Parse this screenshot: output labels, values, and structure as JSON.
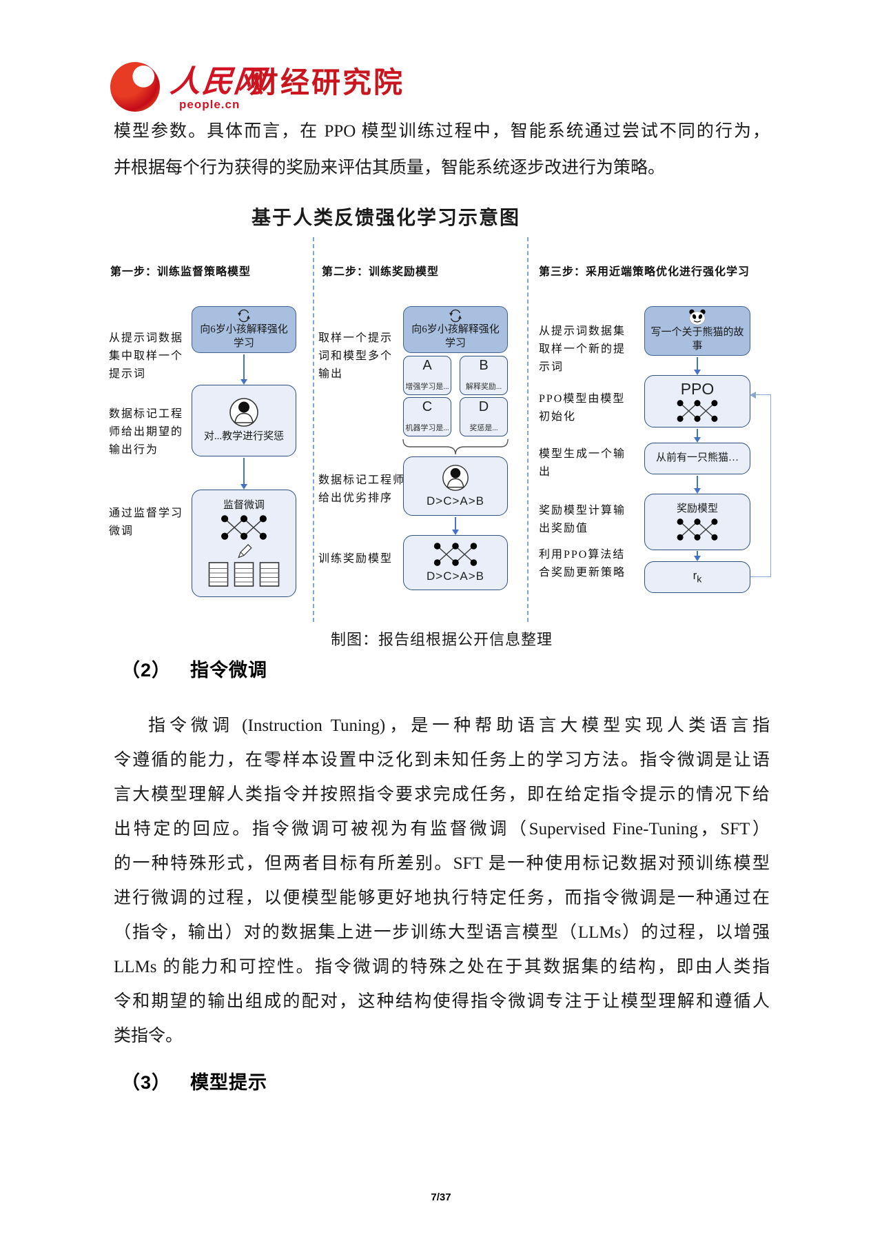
{
  "header": {
    "logo_cn": "人民网",
    "logo_domain": "people.cn",
    "logo_dept": "财经研究院"
  },
  "intro": {
    "lines": [
      "模型参数。具体而言，在 PPO 模型训练过程中，智能系统通过尝试不同的行为，",
      "并根据每个行为获得的奖励来评估其质量，智能系统逐步改进行为策略。"
    ]
  },
  "figure": {
    "title": "基于人类反馈强化学习示意图",
    "caption": "制图：报告组根据公开信息整理",
    "step1": {
      "header": "第一步：训练监督策略模型",
      "label1": "从提示词数据集中取样一个提示词",
      "label2": "数据标记工程师给出期望的输出行为",
      "label3": "通过监督学习微调",
      "box1": "向6岁小孩解释强化学习",
      "box2": "对...教学进行奖惩",
      "box3": "监督微调"
    },
    "step2": {
      "header": "第二步：训练奖励模型",
      "label1": "取样一个提示词和模型多个输出",
      "label2": "数据标记工程师给出优劣排序",
      "label3": "训练奖励模型",
      "box1": "向6岁小孩解释强化学习",
      "optionA": {
        "letter": "A",
        "text": "增强学习是..."
      },
      "optionB": {
        "letter": "B",
        "text": "解释奖励..."
      },
      "optionC": {
        "letter": "C",
        "text": "机器学习是..."
      },
      "optionD": {
        "letter": "D",
        "text": "奖惩是..."
      },
      "rank1": "D>C>A>B",
      "rank2": "D>C>A>B"
    },
    "step3": {
      "header": "第三步：采用近端策略优化进行强化学习",
      "label1": "从提示词数据集取样一个新的提示词",
      "label2": "PPO模型由模型初始化",
      "label3": "模型生成一个输出",
      "label4": "奖励模型计算输出奖励值",
      "label5": "利用PPO算法结合奖励更新策略",
      "box1": "写一个关于熊猫的故事",
      "box2": "PPO",
      "box3": "从前有一只熊猫…",
      "box4": "奖励模型",
      "box5_main": "r",
      "box5_sub": "k"
    }
  },
  "section2": {
    "num": "（2）",
    "title": "指令微调",
    "lines": [
      "指令微调 (Instruction Tuning)，是一种帮助语言大模型实现人类语言指",
      "令遵循的能力，在零样本设置中泛化到未知任务上的学习方法。指令微调是让语",
      "言大模型理解人类指令并按照指令要求完成任务，即在给定指令提示的情况下给",
      "出特定的回应。指令微调可被视为有监督微调（Supervised Fine-Tuning，SFT）",
      "的一种特殊形式，但两者目标有所差别。SFT 是一种使用标记数据对预训练模型",
      "进行微调的过程，以便模型能够更好地执行特定任务，而指令微调是一种通过在",
      "（指令，输出）对的数据集上进一步训练大型语言模型（LLMs）的过程，以增强",
      "LLMs 的能力和可控性。指令微调的特殊之处在于其数据集的结构，即由人类指",
      "令和期望的输出组成的配对，这种结构使得指令微调专注于让模型理解和遵循人",
      "类指令。"
    ]
  },
  "section3": {
    "num": "（3）",
    "title": "模型提示"
  },
  "footer": {
    "page": "7/37"
  },
  "colors": {
    "brand_red": "#C9151E",
    "box_blue_fill": "#A8BFE0",
    "box_light_fill": "#E9EEF8",
    "box_border": "#30507E",
    "arrow_blue": "#4472C4",
    "dashed_separator": "#7EA6D8"
  }
}
